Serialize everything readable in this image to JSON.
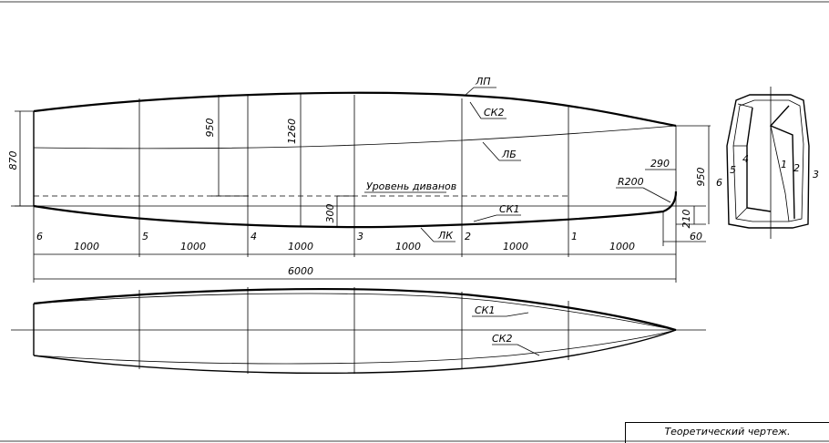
{
  "title_block": "Теоретический чертеж.",
  "stations": [
    "6",
    "5",
    "4",
    "3",
    "2",
    "1"
  ],
  "spacing": [
    "1000",
    "1000",
    "1000",
    "1000",
    "1000",
    "1000"
  ],
  "dims": {
    "total": "6000",
    "d870": "870",
    "d950a": "950",
    "d1260": "1260",
    "d300": "300",
    "d290": "290",
    "d950b": "950",
    "d210": "210",
    "d60": "60",
    "r200": "R200"
  },
  "labels": {
    "lp": "ЛП",
    "sk2_side": "СК2",
    "lb": "ЛБ",
    "seat_level": "Уровень диванов",
    "sk1_side": "СК1",
    "lk": "ЛК",
    "sk1_plan": "СК1",
    "sk2_plan": "СК2"
  },
  "section_numbers": [
    "6",
    "5",
    "4",
    "1",
    "2",
    "3"
  ]
}
